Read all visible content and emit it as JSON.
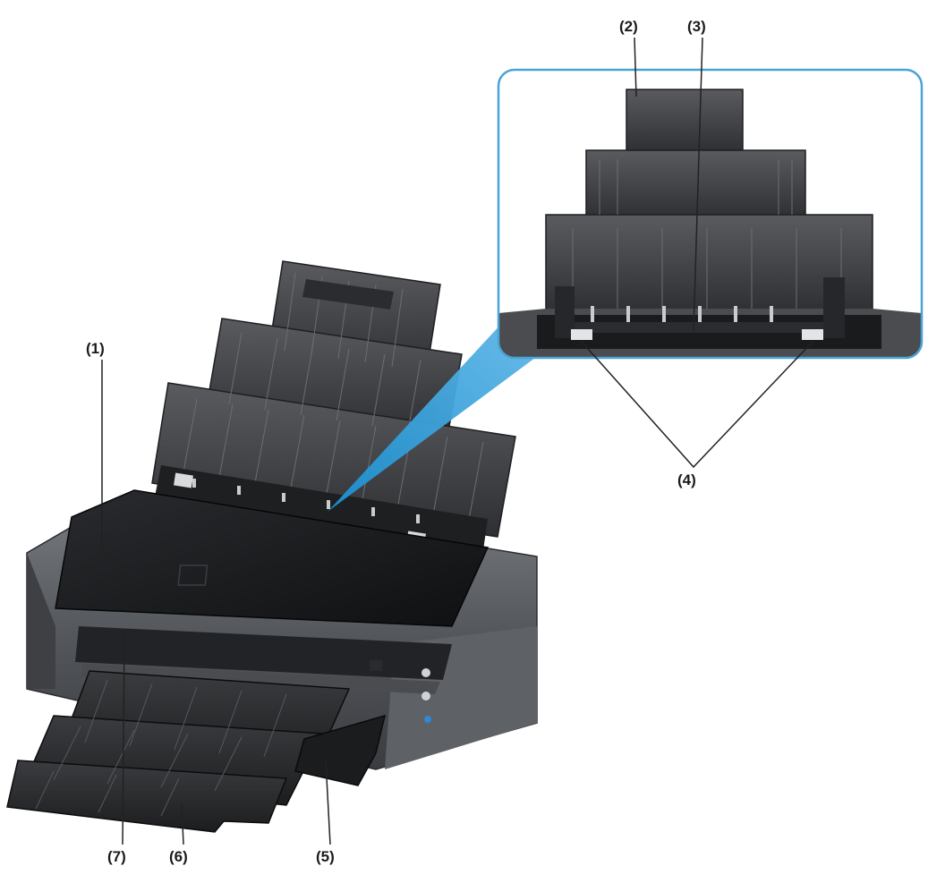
{
  "callouts": {
    "c1": "(1)",
    "c2": "(2)",
    "c3": "(3)",
    "c4": "(4)",
    "c5": "(5)",
    "c6": "(6)",
    "c7": "(7)"
  },
  "colors": {
    "inset_border": "#4aa3d6",
    "zoom_beam": "#1b8fd0",
    "printer_body": "#5a5d62",
    "printer_dark": "#2b2d31",
    "paper_support": "#3a3b3e",
    "leader_line": "#222222"
  }
}
